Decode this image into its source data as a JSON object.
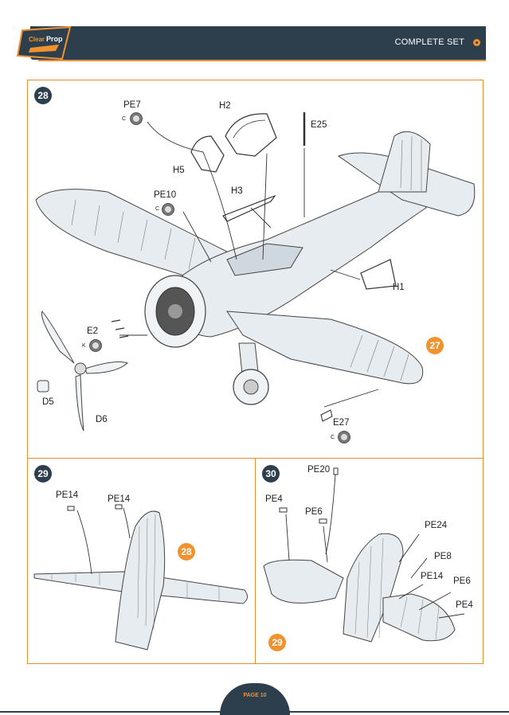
{
  "header": {
    "title": "COMPLETE SET",
    "logo_alt_text": "Clear Prop!"
  },
  "steps": {
    "s28": {
      "number": "28",
      "ref_badge": "27",
      "labels": {
        "pe7": "PE7",
        "pe7_code": "C",
        "h2": "H2",
        "e25": "E25",
        "h5": "H5",
        "pe10": "PE10",
        "pe10_code": "C",
        "h3": "H3",
        "h1": "H1",
        "e2": "E2",
        "e2_code": "K",
        "d5": "D5",
        "d6": "D6",
        "e27": "E27",
        "e27_code": "C"
      }
    },
    "s29": {
      "number": "29",
      "ref_badge": "28",
      "labels": {
        "pe14_a": "PE14",
        "pe14_b": "PE14"
      }
    },
    "s30": {
      "number": "30",
      "ref_badge": "29",
      "labels": {
        "pe20": "PE20",
        "pe4_a": "PE4",
        "pe6_a": "PE6",
        "pe24": "PE24",
        "pe8": "PE8",
        "pe14": "PE14",
        "pe6_b": "PE6",
        "pe4_b": "PE4"
      }
    }
  },
  "footer": {
    "page": "PAGE 10"
  },
  "colors": {
    "navy": "#2d3e4c",
    "orange": "#f0932f",
    "border": "#e2912f"
  }
}
